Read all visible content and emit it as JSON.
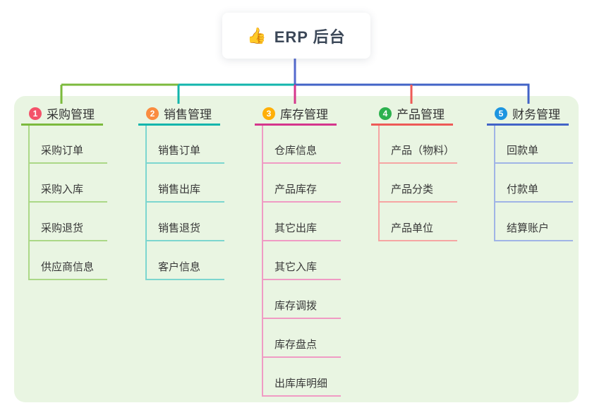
{
  "root": {
    "icon": "👍",
    "icon_name": "thumbs-up-icon",
    "label": "ERP 后台"
  },
  "branches": [
    {
      "badge": "1",
      "label": "采购管理",
      "badge_color": "#f4526a",
      "line_color": "#7cba3d",
      "sub_line_color": "#abd887",
      "children": [
        "采购订单",
        "采购入库",
        "采购退货",
        "供应商信息"
      ]
    },
    {
      "badge": "2",
      "label": "销售管理",
      "badge_color": "#fa8c40",
      "line_color": "#12b5ac",
      "sub_line_color": "#7cd6cf",
      "children": [
        "销售订单",
        "销售出库",
        "销售退货",
        "客户信息"
      ]
    },
    {
      "badge": "3",
      "label": "库存管理",
      "badge_color": "#ffaf08",
      "line_color": "#d5368c",
      "sub_line_color": "#f09bc4",
      "children": [
        "仓库信息",
        "产品库存",
        "其它出库",
        "其它入库",
        "库存调拨",
        "库存盘点",
        "出库库明细"
      ]
    },
    {
      "badge": "4",
      "label": "产品管理",
      "badge_color": "#2cb14e",
      "line_color": "#ee5a57",
      "sub_line_color": "#f6a5a3",
      "children": [
        "产品（物料）",
        "产品分类",
        "产品单位"
      ]
    },
    {
      "badge": "5",
      "label": "财务管理",
      "badge_color": "#1d95e0",
      "line_color": "#4263c7",
      "sub_line_color": "#a0b4e6",
      "children": [
        "回款单",
        "付款单",
        "结算账户"
      ]
    }
  ],
  "colors": {
    "panel_bg": "#e9f5e2",
    "trunk": "#5469ce",
    "root_text": "#3c4858"
  }
}
